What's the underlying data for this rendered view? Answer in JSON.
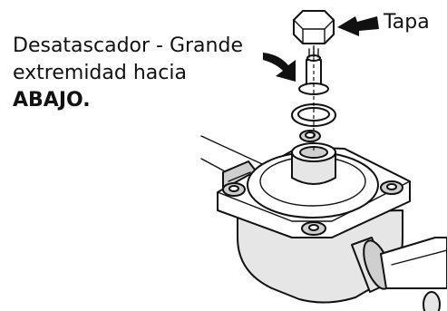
{
  "labels": {
    "cap": "Tapa",
    "declogger_line1": "Desatascador - Grande",
    "declogger_line2": "extremidad hacia",
    "declogger_line3": "ABAJO."
  },
  "colors": {
    "line": "#111111",
    "fill_light": "#e6e6e6",
    "fill_mid": "#cfcfcf",
    "background": "#ffffff"
  }
}
